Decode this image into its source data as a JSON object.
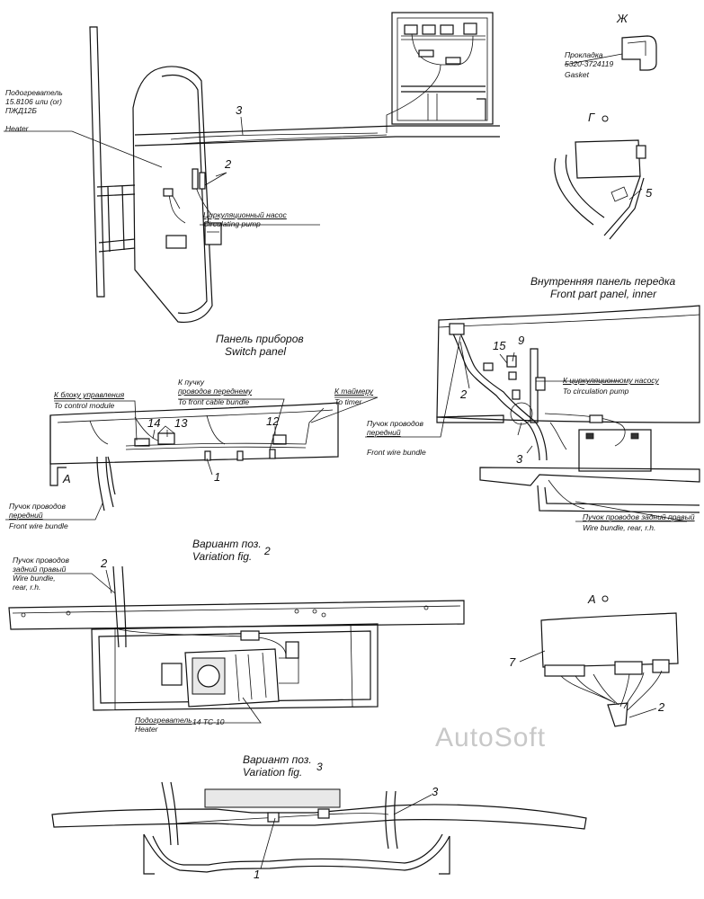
{
  "labels": {
    "heater_top_ru": "Подогреватель",
    "heater_top_ru2": "15.8106 или (or)",
    "heater_top_ru3": "ПЖД12Б",
    "heater_top_en": "Heater",
    "pump_ru": "Циркуляционный насос",
    "pump_en": "Circulating pump",
    "gasket_ru": "Прокладка",
    "gasket_part": "5320-3724119",
    "gasket_en": "Gasket",
    "view_zh": "Ж",
    "view_g": "Г",
    "front_panel_ru": "Внутренняя панель передка",
    "front_panel_en": "Front part panel, inner",
    "switch_panel_ru": "Панель приборов",
    "switch_panel_en": "Switch panel",
    "to_module_ru": "К блоку управления",
    "to_module_en": "To control module",
    "to_front_bundle_ru1": "К пучку",
    "to_front_bundle_ru2": "проводов переднему",
    "to_front_bundle_en": "To front cable bundle",
    "to_timer_ru": "К таймеру",
    "to_timer_en": "To timer",
    "view_a": "А",
    "front_wire_ru1": "Пучок проводов",
    "front_wire_ru2": "передний",
    "front_wire_en": "Front wire bundle",
    "to_pump_ru": "К циркуляционному насосу",
    "to_pump_en": "To circulation pump",
    "front_wire_r_ru1": "Пучок проводов",
    "front_wire_r_ru2": "передний",
    "front_wire_r_en": "Front wire bundle",
    "rear_rh_ru": "Пучок проводов задний правый",
    "rear_rh_en": "Wire bundle, rear, r.h.",
    "variation2_ru": "Вариант поз.",
    "variation2_en": "Variation fig.",
    "variation2_num": "2",
    "rear_rh2_ru1": "Пучок проводов",
    "rear_rh2_ru2": "задний правый",
    "rear_rh2_en1": "Wire bundle,",
    "rear_rh2_en2": "rear, r.h.",
    "heater_bottom_ru": "Подогреватель",
    "heater_bottom_en": "Heater",
    "heater_model": "14 ТС-10",
    "view_a2": "А",
    "variation3_ru": "Вариант поз.",
    "variation3_en": "Variation fig.",
    "variation3_num": "3",
    "watermark": "AutoSoft"
  },
  "callouts": {
    "c3_top": "3",
    "c2_top": "2",
    "c5": "5",
    "c15": "15",
    "c9": "9",
    "c2_right": "2",
    "c3_right": "3",
    "c14": "14",
    "c13": "13",
    "c12": "12",
    "c1_mid": "1",
    "c2_var": "2",
    "c7": "7",
    "c2_a": "2",
    "c3_bottom": "3",
    "c1_bottom": "1"
  }
}
